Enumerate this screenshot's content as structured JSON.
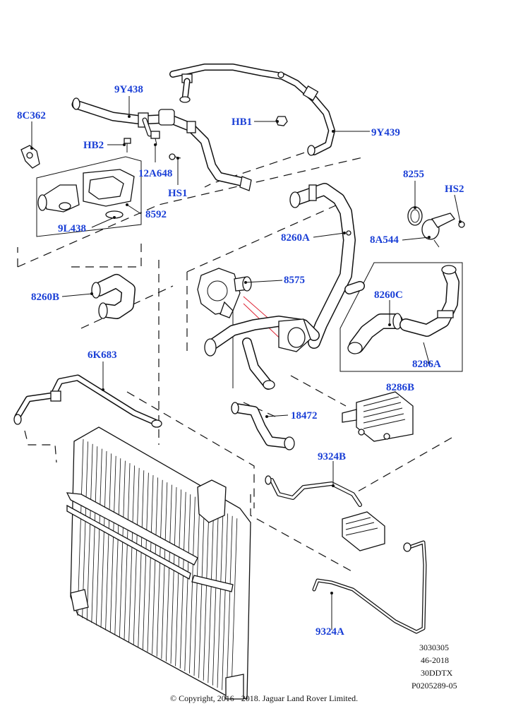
{
  "callouts": [
    {
      "id": "8C362",
      "text": "8C362"
    },
    {
      "id": "9Y438",
      "text": "9Y438"
    },
    {
      "id": "HB2",
      "text": "HB2"
    },
    {
      "id": "12A648",
      "text": "12A648"
    },
    {
      "id": "HS1",
      "text": "HS1"
    },
    {
      "id": "HB1",
      "text": "HB1"
    },
    {
      "id": "9Y439",
      "text": "9Y439"
    },
    {
      "id": "8592",
      "text": "8592"
    },
    {
      "id": "9L438",
      "text": "9L438"
    },
    {
      "id": "8255",
      "text": "8255"
    },
    {
      "id": "HS2",
      "text": "HS2"
    },
    {
      "id": "8260A",
      "text": "8260A"
    },
    {
      "id": "8A544",
      "text": "8A544"
    },
    {
      "id": "8575",
      "text": "8575"
    },
    {
      "id": "8260B",
      "text": "8260B"
    },
    {
      "id": "8260C",
      "text": "8260C"
    },
    {
      "id": "8286A",
      "text": "8286A"
    },
    {
      "id": "6K683",
      "text": "6K683"
    },
    {
      "id": "8286B",
      "text": "8286B"
    },
    {
      "id": "18472",
      "text": "18472"
    },
    {
      "id": "9324B",
      "text": "9324B"
    },
    {
      "id": "9324A",
      "text": "9324A"
    }
  ],
  "reference_codes": [
    "3030305",
    "46-2018",
    "30DDTX",
    "P0205289-05"
  ],
  "copyright": "© Copyright, 2016 - 2018. Jaguar Land Rover Limited."
}
